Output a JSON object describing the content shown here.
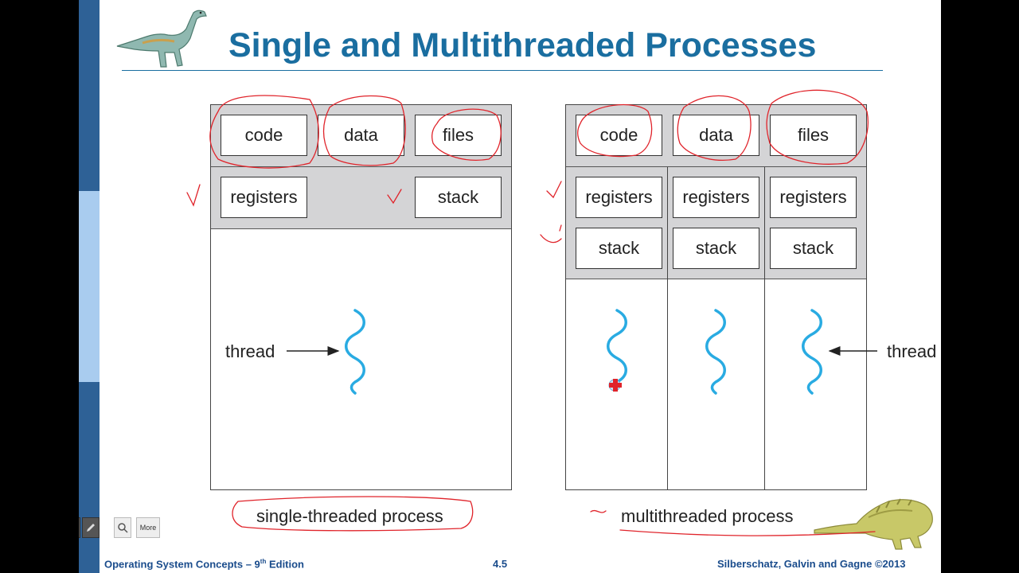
{
  "slide": {
    "title": "Single and Multithreaded Processes"
  },
  "single": {
    "shared": [
      "code",
      "data",
      "files"
    ],
    "registers": "registers",
    "stack": "stack",
    "thread_label": "thread",
    "caption": "single-threaded process"
  },
  "multi": {
    "shared": [
      "code",
      "data",
      "files"
    ],
    "registers": [
      "registers",
      "registers",
      "registers"
    ],
    "stacks": [
      "stack",
      "stack",
      "stack"
    ],
    "thread_label": "thread",
    "caption": "multithreaded process"
  },
  "footer": {
    "book": "Operating System Concepts – 9",
    "book_sup": "th",
    "book_tail": " Edition",
    "page": "4.5",
    "authors": "Silberschatz, Galvin and Gagne ©2013"
  },
  "toolbar": {
    "more_label": "More"
  },
  "colors": {
    "title": "#1a6ea0",
    "sidebar": "#2e6196",
    "thread": "#29abe2",
    "annotation": "#e0242b",
    "band": "#d4d4d6"
  }
}
